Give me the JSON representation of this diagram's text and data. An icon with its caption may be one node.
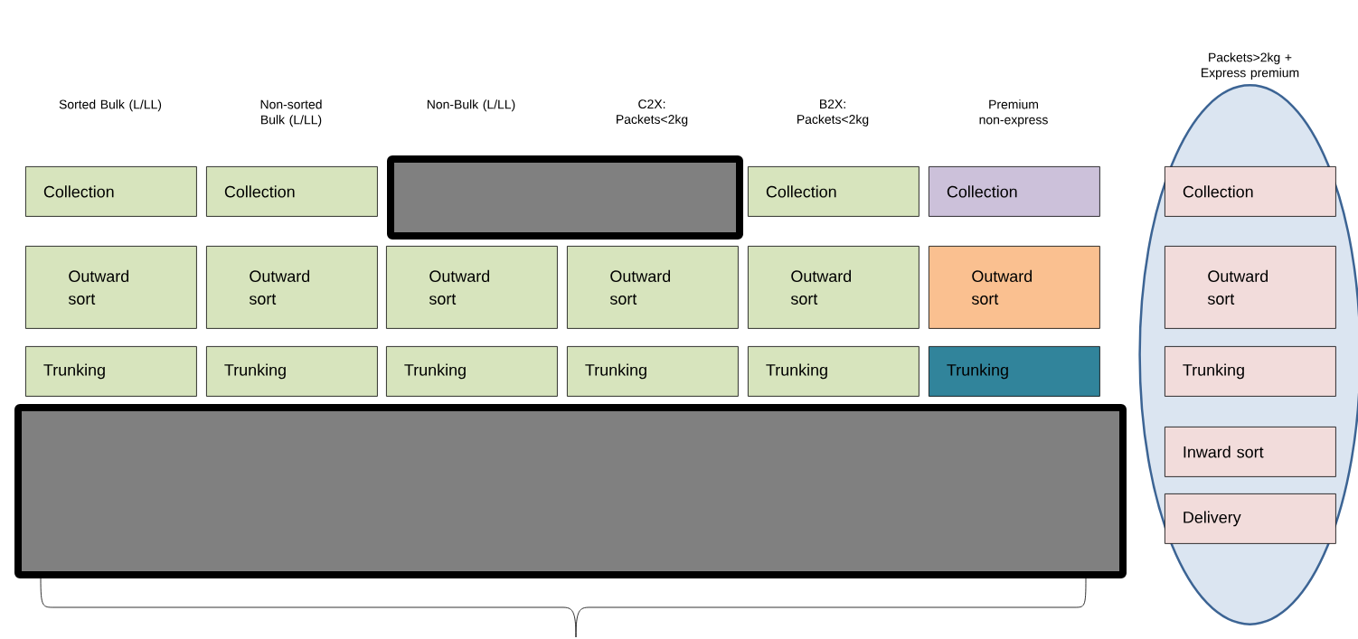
{
  "diagram": {
    "nodes": [
      {
        "text": [
          "Collection"
        ]
      },
      {
        "text": [
          "Collection"
        ]
      },
      {
        "text": [],
        "shape": "box"
      },
      {
        "text": [
          "Collection"
        ]
      },
      {
        "text": [
          "Collection"
        ]
      },
      {
        "text": [
          "Packets>2kg + Express premium"
        ]
      },
      {
        "text": [
          "Collection"
        ],
        "in": 5
      },
      {
        "text": [
          "Outward sort"
        ]
      },
      {
        "text": [
          "Outward sort"
        ]
      },
      {
        "text": [
          "Outward sort"
        ]
      },
      {
        "text": [
          "Outward sort"
        ]
      },
      {
        "text": [
          "Outward sort"
        ]
      },
      {
        "text": [
          "Outward sort"
        ]
      },
      {
        "text": [
          "Outward sort"
        ],
        "in": 5
      },
      {
        "text": [
          "Trunking"
        ]
      },
      {
        "text": [
          "Trunking"
        ]
      },
      {
        "text": [
          "Trunking"
        ]
      },
      {
        "text": [
          "Trunking"
        ]
      },
      {
        "text": [
          "Trunking"
        ]
      },
      {
        "text": [
          "Trunking"
        ]
      },
      {
        "text": [
          "Trunking"
        ],
        "in": 5
      },
      {
        "text": [],
        "shape": "box"
      },
      {
        "text": [
          "Inward sort"
        ],
        "in": 5
      },
      {
        "text": [
          "Delivery"
        ],
        "in": 5
      }
    ],
    "labels": [
      "Sorted Bulk (L/LL)",
      "Non-sorted Bulk (L/LL)",
      "Non-Bulk (L/LL)",
      "C2X: Packets<2kg",
      "B2X: Packets<2kg",
      "Premium non-express"
    ]
  }
}
